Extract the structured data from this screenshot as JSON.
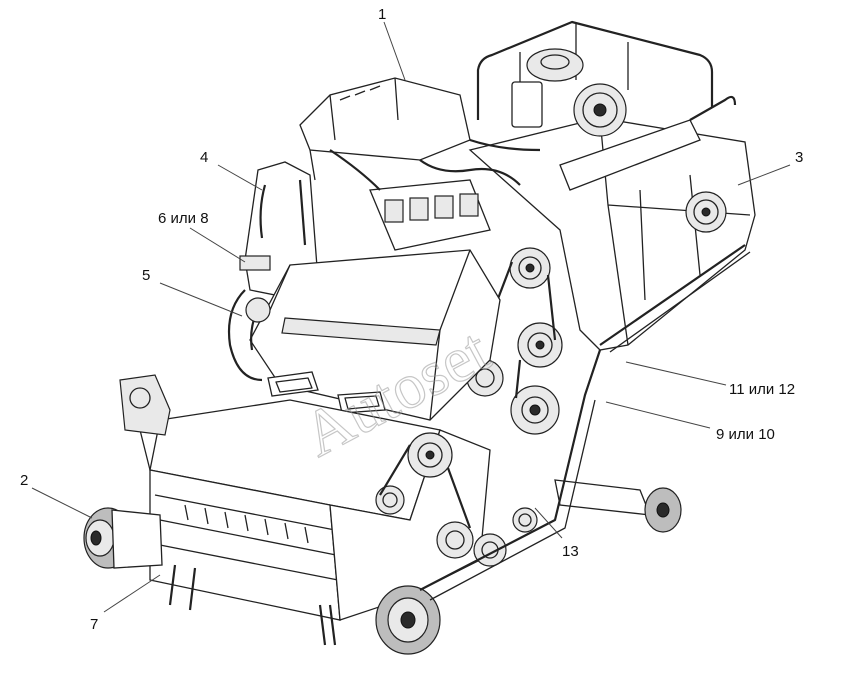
{
  "watermark": "Autoset",
  "callouts": [
    {
      "id": "c1",
      "label": "1"
    },
    {
      "id": "c2",
      "label": "2"
    },
    {
      "id": "c3",
      "label": "3"
    },
    {
      "id": "c4",
      "label": "4"
    },
    {
      "id": "c5",
      "label": "5"
    },
    {
      "id": "c6",
      "label": "6 или 8"
    },
    {
      "id": "c7",
      "label": "7"
    },
    {
      "id": "c9",
      "label": "9 или 10"
    },
    {
      "id": "c11",
      "label": "11 или 12"
    },
    {
      "id": "c13",
      "label": "13"
    }
  ]
}
